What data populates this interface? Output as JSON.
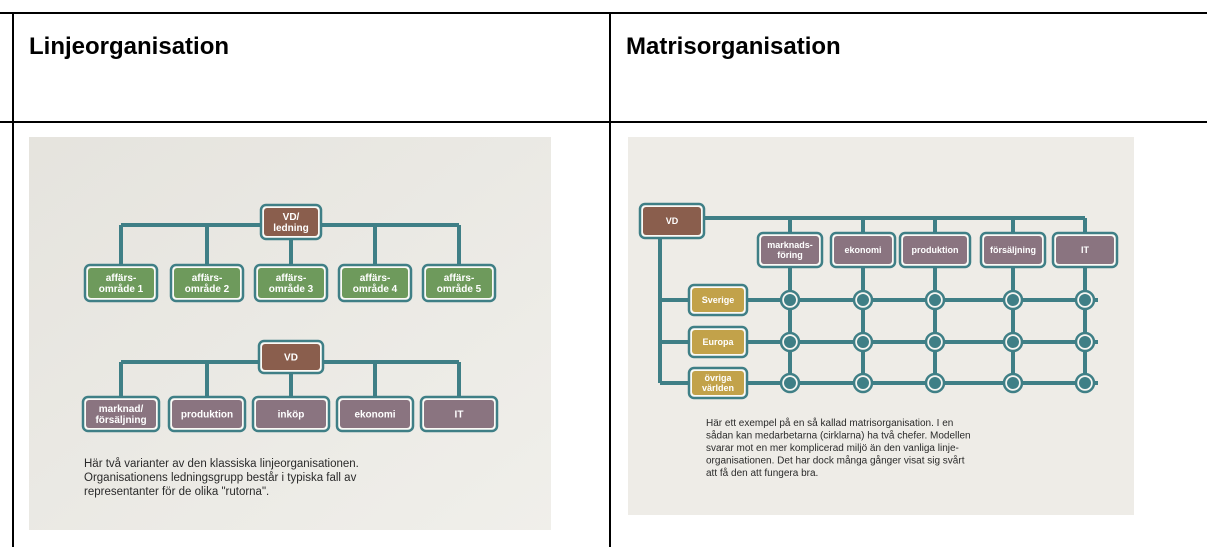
{
  "table": {
    "headers": [
      "Linjeorganisation",
      "Matrisorganisation"
    ]
  },
  "left_photo": {
    "chart1": {
      "top": [
        "VD/",
        "ledning"
      ],
      "units": [
        [
          "affärs-",
          "område 1"
        ],
        [
          "affärs-",
          "område 2"
        ],
        [
          "affärs-",
          "område 3"
        ],
        [
          "affärs-",
          "område 4"
        ],
        [
          "affärs-",
          "område 5"
        ]
      ]
    },
    "chart2": {
      "top": "VD",
      "units": [
        [
          "marknad/",
          "försäljning"
        ],
        [
          "produktion"
        ],
        [
          "inköp"
        ],
        [
          "ekonomi"
        ],
        [
          "IT"
        ]
      ]
    },
    "caption": [
      "Här två varianter av den klassiska linjeorganisationen.",
      "Organisationens ledningsgrupp består i typiska fall av",
      "representanter för de olika \"rutorna\"."
    ]
  },
  "right_photo": {
    "top": "VD",
    "columns": [
      [
        "marknads-",
        "föring"
      ],
      [
        "ekonomi"
      ],
      [
        "produktion"
      ],
      [
        "försäljning"
      ],
      [
        "IT"
      ]
    ],
    "rows": [
      [
        "Sverige"
      ],
      [
        "Europa"
      ],
      [
        "övriga",
        "världen"
      ]
    ],
    "caption": [
      "Här ett exempel på en så kallad matrisorganisation. I en",
      "sådan kan medarbetarna (cirklarna) ha två chefer. Modellen",
      "svarar mot en mer komplicerad miljö än den vanliga linje-",
      "organisationen. Det har dock många gånger visat sig svårt",
      "att få den att fungera bra."
    ]
  },
  "colors": {
    "teal": "#3f7f86",
    "brown": "#8a5e4d",
    "green": "#6e9a5c",
    "mauve": "#8a7480",
    "ochre": "#c2a24a",
    "paper": "#ecebe6"
  }
}
